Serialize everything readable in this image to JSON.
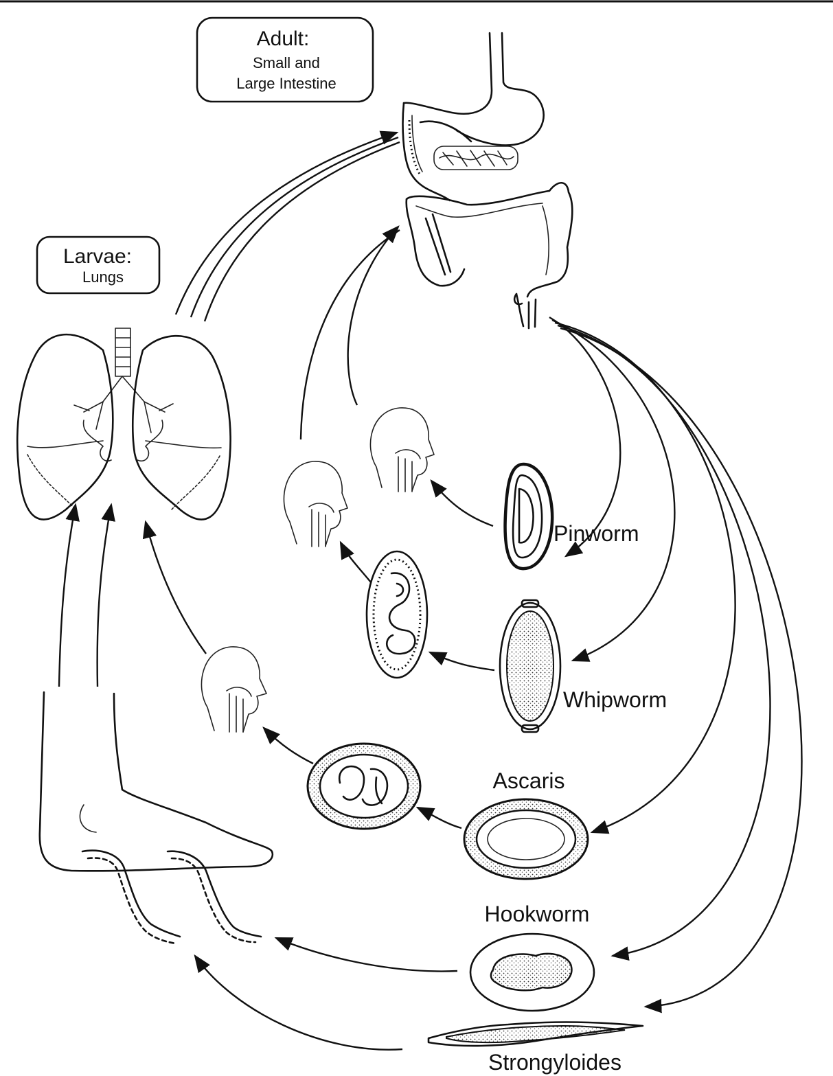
{
  "stages": {
    "adult": {
      "title": "Adult:",
      "line1": "Small and",
      "line2": "Large Intestine"
    },
    "larvae": {
      "title": "Larvae:",
      "subtitle": "Lungs"
    }
  },
  "eggs": {
    "pinworm": "Pinworm",
    "whipworm": "Whipworm",
    "ascaris": "Ascaris",
    "hookworm": "Hookworm",
    "strongyloides": "Strongyloides"
  }
}
